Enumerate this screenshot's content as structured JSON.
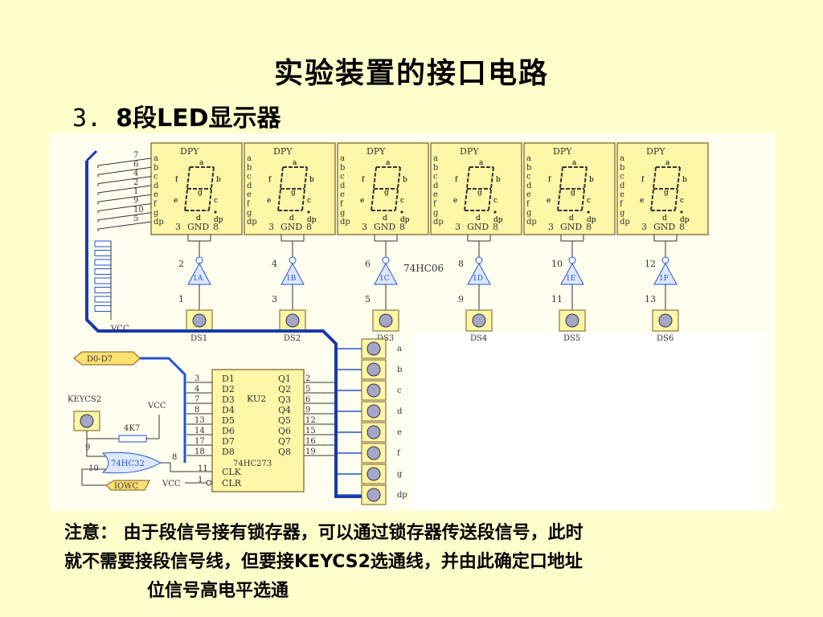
{
  "slide": {
    "title": "实验装置的接口电路",
    "subtitle_num": "3.",
    "subtitle": "8段LED显示器"
  },
  "diagram": {
    "dpy_label": "DPY",
    "gnd_label": "GND",
    "pin_numbers_left": [
      "7",
      "6",
      "4",
      "2",
      "1",
      "9",
      "10",
      "5"
    ],
    "segment_letters": [
      "a",
      "b",
      "c",
      "d",
      "e",
      "f",
      "g",
      "dp"
    ],
    "digits": [
      {
        "in_pin": "1",
        "out_pin": "2",
        "gate": "1A",
        "ds": "DS1"
      },
      {
        "in_pin": "3",
        "out_pin": "4",
        "gate": "1B",
        "ds": "DS2"
      },
      {
        "in_pin": "5",
        "out_pin": "6",
        "gate": "1C",
        "ds": "DS3"
      },
      {
        "in_pin": "9",
        "out_pin": "8",
        "gate": "1D",
        "ds": "DS4"
      },
      {
        "in_pin": "11",
        "out_pin": "10",
        "gate": "1E",
        "ds": "DS5"
      },
      {
        "in_pin": "13",
        "out_pin": "12",
        "gate": "1F",
        "ds": "DS6"
      }
    ],
    "inverter_chip": "74HC06",
    "vcc": "VCC",
    "bus_label": "D0-D7",
    "keycs2": "KEYCS2",
    "resistor": "4K7",
    "or_gate": "74HC32",
    "or_pin_a": "9",
    "or_pin_b": "10",
    "or_pin_out": "8",
    "iowc": "IOWC",
    "latch": {
      "name": "KU2",
      "chip": "74HC273",
      "inputs": [
        "D1",
        "D2",
        "D3",
        "D4",
        "D5",
        "D6",
        "D7",
        "D8"
      ],
      "input_pins": [
        "3",
        "4",
        "7",
        "8",
        "13",
        "14",
        "17",
        "18"
      ],
      "outputs": [
        "Q1",
        "Q2",
        "Q3",
        "Q4",
        "Q5",
        "Q6",
        "Q7",
        "Q8"
      ],
      "output_pins": [
        "2",
        "5",
        "6",
        "9",
        "12",
        "15",
        "16",
        "19"
      ],
      "clk": "CLK",
      "clk_pin": "11",
      "clr": "CLR",
      "clr_pin": "1"
    },
    "seg_outputs": [
      "a",
      "b",
      "c",
      "d",
      "e",
      "f",
      "g",
      "dp"
    ]
  },
  "note": {
    "line1": "注意：  由于段信号接有锁存器，可以通过锁存器传送段信号，此时",
    "line2": "就不需要接段信号线，但要接KEYCS2选通线，并由此确定口地址",
    "line3": "位信号高电平选通"
  }
}
